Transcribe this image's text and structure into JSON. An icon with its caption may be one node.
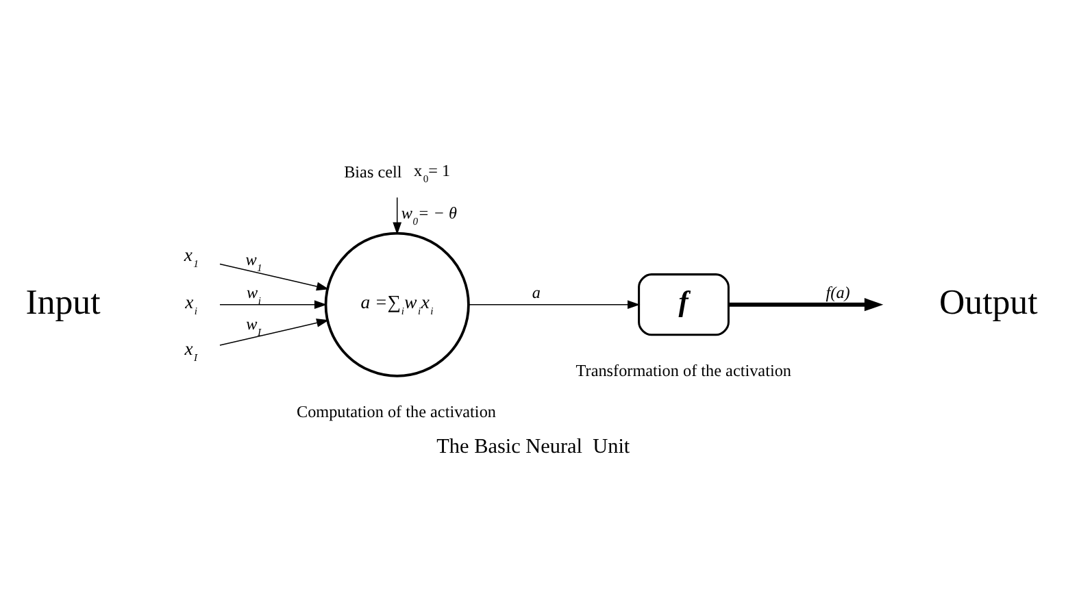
{
  "diagram": {
    "caption": "The Basic Neural  Unit",
    "nodes": [
      {
        "text": [
          "x$_{1}$"
        ]
      },
      {
        "text": [
          "x$_{i}$"
        ]
      },
      {
        "text": [
          "x$_{I}$"
        ]
      },
      {
        "text": [
          "Bias cell"
        ],
        "beside": [
          "x$_{0}$= 1"
        ]
      },
      {
        "text": [
          "a =∑$_{i}$w$_{i}$x$_{i}$"
        ],
        "beside": [
          "Computation of the activation"
        ]
      },
      {
        "text": [
          "f"
        ],
        "beside": [
          "Transformation of the activation"
        ]
      }
    ],
    "edges": [
      {
        "from": 0,
        "to": 4,
        "arrow": "to",
        "label": "w$_{1}$"
      },
      {
        "from": 1,
        "to": 4,
        "arrow": "to",
        "label": "w$_{i}$"
      },
      {
        "from": 2,
        "to": 4,
        "arrow": "to",
        "label": "w$_{I}$"
      },
      {
        "from": 3,
        "to": 4,
        "arrow": "to",
        "label": "w$_{0}$= − θ"
      },
      {
        "from": 4,
        "to": 5,
        "arrow": "to",
        "label": "a"
      },
      {
        "from": 5,
        "to": null,
        "arrow": "to",
        "label": "f(a)",
        "style": "thick"
      }
    ],
    "labels": [
      "Input",
      "Output"
    ]
  }
}
